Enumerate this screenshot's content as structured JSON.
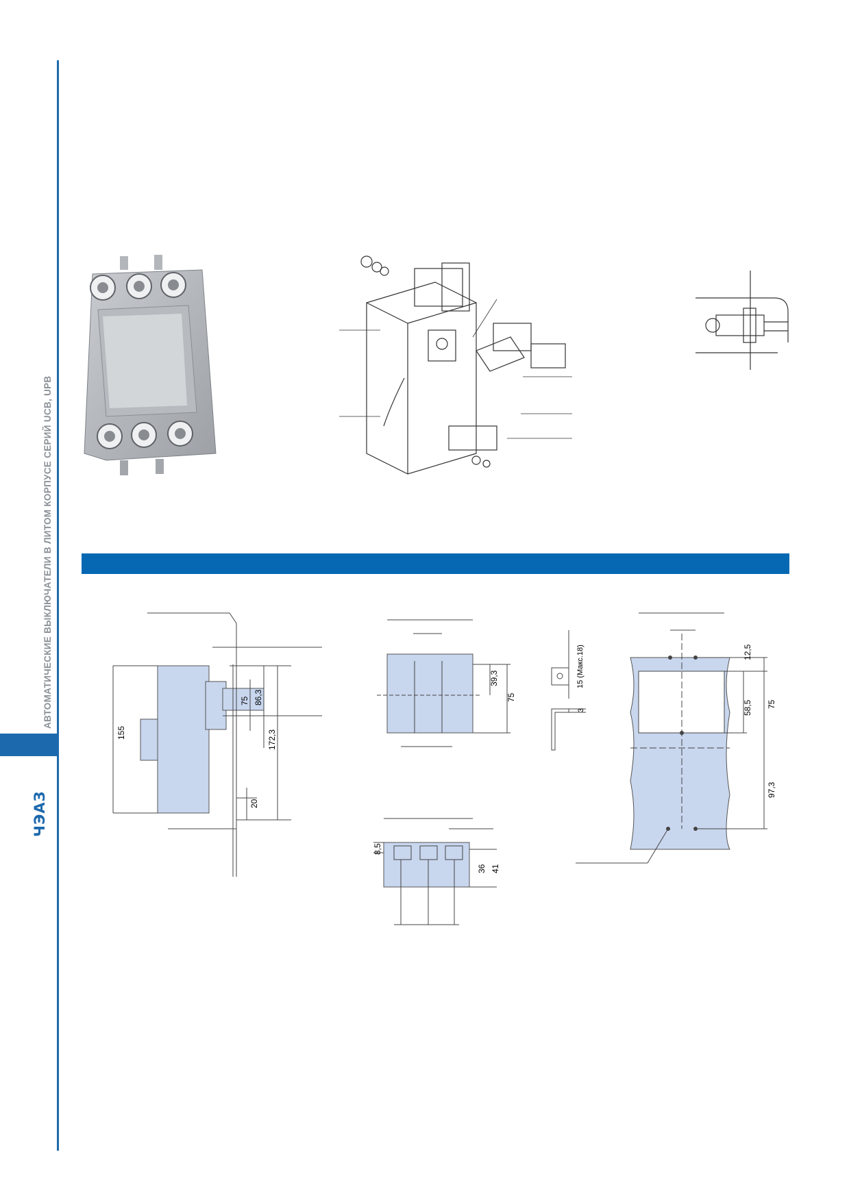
{
  "sidebar": {
    "vertical_title": "АВТОМАТИЧЕСКИЕ ВЫКЛЮЧАТЕЛИ В ЛИТОМ КОРПУСЕ СЕРИЙ UCB, UPB",
    "logo_text": "ЧЭАЗ"
  },
  "drawings": {
    "side_view": {
      "dims": [
        "155",
        "75",
        "86,3",
        "172,3",
        "20"
      ]
    },
    "top_view": {
      "dims": [
        "39,3",
        "75"
      ]
    },
    "bracket": {
      "dims": [
        "15 (Макс.18)",
        "3"
      ]
    },
    "terminals": {
      "dims": [
        "8,5",
        "36",
        "41"
      ]
    },
    "panel_cutout": {
      "dims": [
        "12,5",
        "58,5",
        "75",
        "97,3"
      ]
    }
  },
  "colors": {
    "brand_blue": "#1d69ad",
    "bar_blue": "#0668b2",
    "drawing_fill": "#c8d6ee",
    "line": "#333333"
  }
}
